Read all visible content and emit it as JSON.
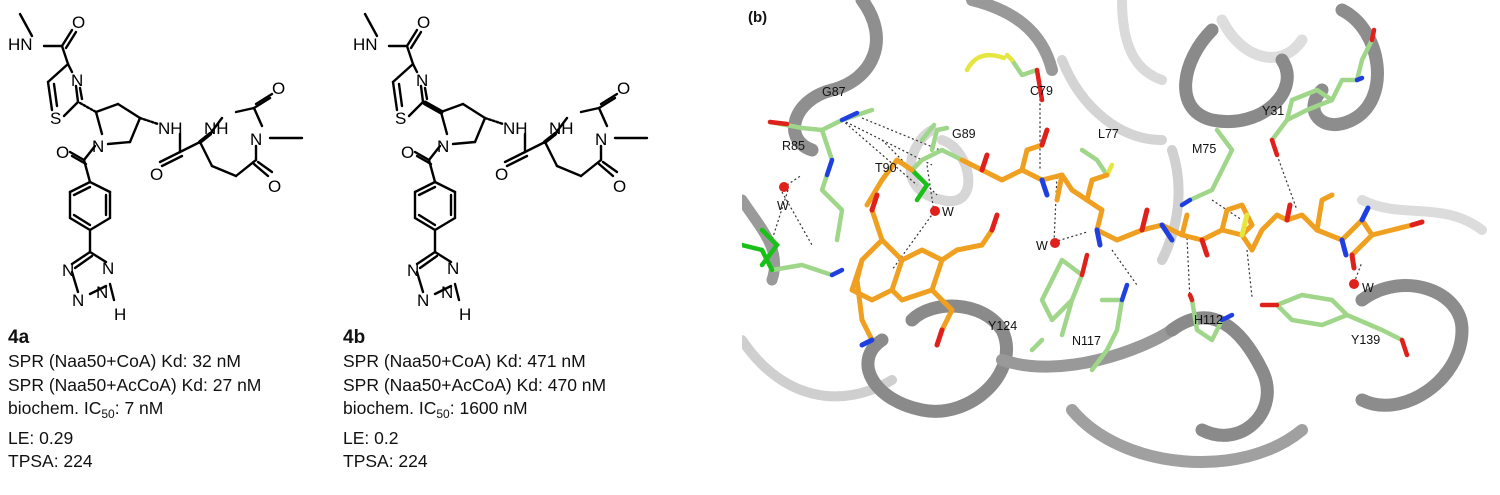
{
  "compounds": [
    {
      "id": "4a",
      "spr_coa": "SPR (Naa50+CoA) Kd: 32 nM",
      "spr_accoa": "SPR (Naa50+AcCoA) Kd: 27 nM",
      "ic50_prefix": "biochem. IC",
      "ic50_sub": "50",
      "ic50_value": ": 7 nM",
      "le": "LE: 0.29",
      "tpsa": "TPSA: 224"
    },
    {
      "id": "4b",
      "spr_coa": "SPR (Naa50+CoA) Kd: 471 nM",
      "spr_accoa": "SPR (Naa50+AcCoA) Kd: 470 nM",
      "ic50_prefix": "biochem. IC",
      "ic50_sub": "50",
      "ic50_value": ": 1600 nM",
      "le": "LE: 0.2",
      "tpsa": "TPSA: 224"
    }
  ],
  "atoms": {
    "nh_amide": "HN",
    "nh": "NH",
    "n": "N",
    "s": "S",
    "o": "O",
    "h": "H"
  },
  "structure": {
    "panel_label": "(b)",
    "water": "W",
    "residues": [
      "G87",
      "C79",
      "L77",
      "M75",
      "Y31",
      "R85",
      "G89",
      "T90",
      "Y124",
      "N117",
      "H112",
      "Y139"
    ]
  },
  "colors": {
    "ligand_carbon": "#f0a020",
    "protein_carbon": "#9fd68a",
    "nitrogen": "#1f3fe0",
    "oxygen": "#e0201a",
    "sulfur": "#e6e640",
    "phosphorus": "#18c018",
    "ribbon_dark": "#8a8a8a",
    "ribbon_light": "#cfcfcf",
    "water": "#e0201a"
  }
}
